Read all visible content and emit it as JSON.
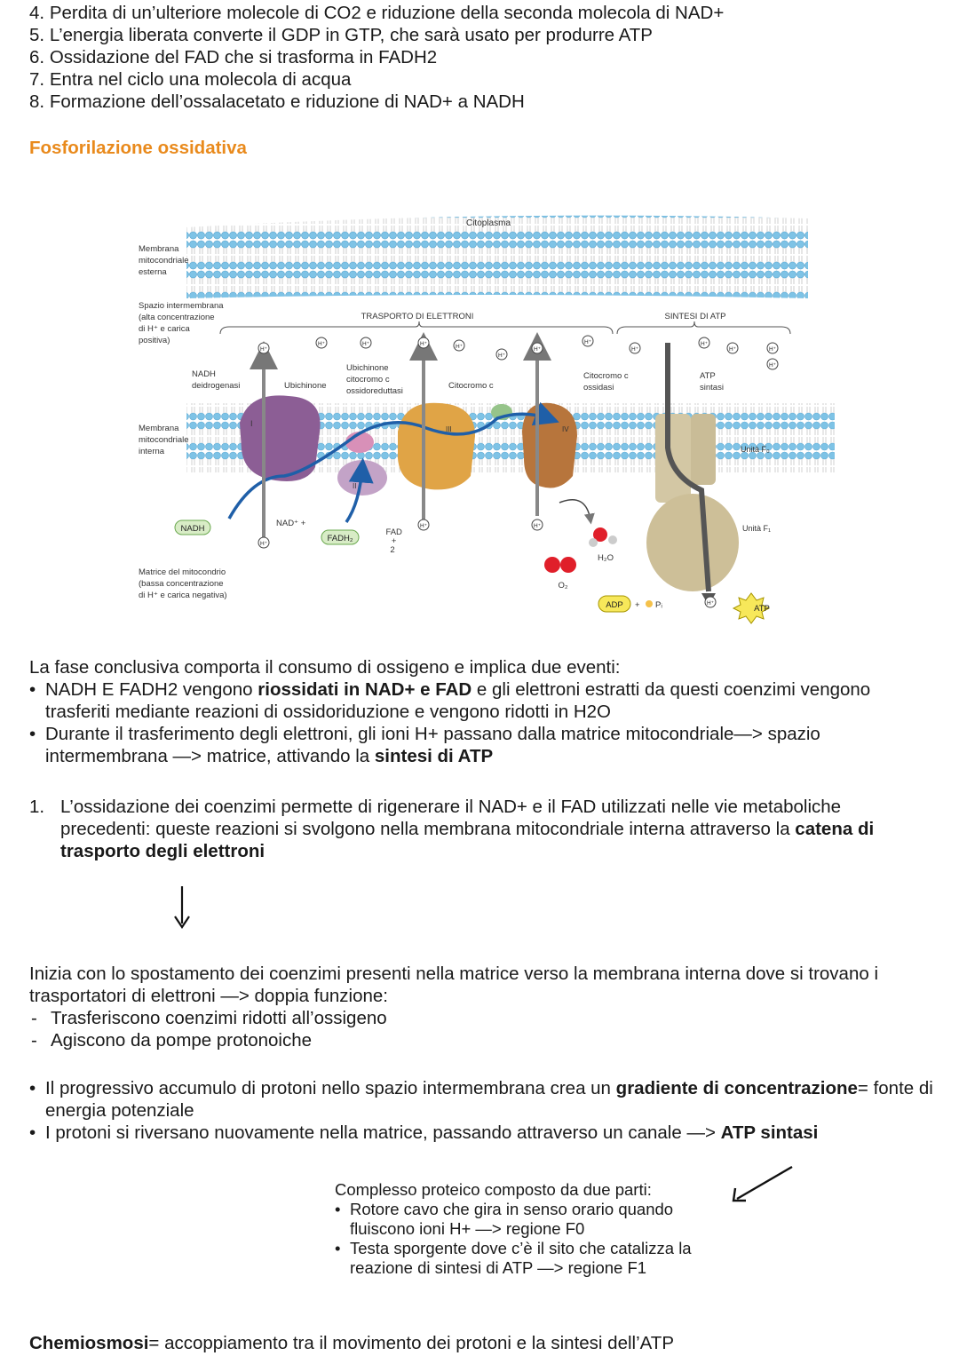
{
  "steps": [
    {
      "n": "4.",
      "text": "Perdita di un’ulteriore molecole di CO2 e riduzione della seconda molecola di NAD+"
    },
    {
      "n": "5.",
      "text": "L’energia liberata converte il GDP in GTP, che sarà usato per produrre ATP"
    },
    {
      "n": "6.",
      "text": "Ossidazione del FAD che si trasforma in FADH2"
    },
    {
      "n": "7.",
      "text": "Entra nel ciclo una molecola di acqua"
    },
    {
      "n": "8.",
      "text": "Formazione dell’ossalacetato e riduzione di NAD+ a NADH"
    }
  ],
  "section_heading": "Fosforilazione ossidativa",
  "diagram": {
    "citoplasma": "Citoplasma",
    "outer_membrane": [
      "Membrana",
      "mitocondriale",
      "esterna"
    ],
    "intermembrane": [
      "Spazio intermembrana",
      "(alta concentrazione",
      "di H⁺ e carica",
      "positiva)"
    ],
    "inner_membrane": [
      "Membrana",
      "mitocondriale",
      "interna"
    ],
    "matrix": [
      "Matrice del mitocondrio",
      "(bassa concentrazione",
      "di H⁺ e carica negativa)"
    ],
    "trasporto": "TRASPORTO DI ELETTRONI",
    "sintesi": "SINTESI DI ATP",
    "nadh_deidrogenasi": [
      "NADH",
      "deidrogenasi"
    ],
    "ubichinone": "Ubichinone",
    "ubichinone_citocromo": [
      "Ubichinone",
      "citocromo c",
      "ossidoreduttasi"
    ],
    "citocromo_c": "Citocromo c",
    "citocromo_ossidasi": [
      "Citocromo c",
      "ossidasi"
    ],
    "atp_sintasi": [
      "ATP",
      "sintasi"
    ],
    "unita_f0": "Unità F₀",
    "unita_f1": "Unità F₁",
    "nadh": "NADH",
    "nad_plus": "NAD⁺ +",
    "fadh2": "FADH₂",
    "fad": [
      "FAD",
      "+",
      "2"
    ],
    "h2o": "H₂O",
    "o2": "O₂",
    "adp": "ADP",
    "plus": "+",
    "pi": "Pᵢ",
    "atp": "ATP",
    "h_ion": "H⁺",
    "complex_I": "I",
    "complex_II": "II",
    "complex_III": "III",
    "complex_IV": "IV"
  },
  "intro": {
    "lead": "La fase conclusiva comporta il consumo di ossigeno e implica due eventi:",
    "b1_a": "NADH E FADH2 vengono ",
    "b1_bold": "riossidati in NAD+ e FAD",
    "b1_c": " e gli elettroni estratti da questi coenzimi vengono trasferiti mediante reazioni di ossidoriduzione e vengono ridotti in H2O",
    "b2_a": "Durante il trasferimento degli elettroni, gli ioni H+ passano dalla matrice mitocondriale—> spazio intermembrana —> matrice, attivando la ",
    "b2_bold": "sintesi di ATP"
  },
  "point1": {
    "n": "1.",
    "a": "L’ossidazione dei coenzimi permette di rigenerare il NAD+ e il FAD utilizzati nelle vie metaboliche precedenti: queste reazioni si svolgono nella membrana mitocondriale interna attraverso la ",
    "bold": "catena di trasporto degli elettroni"
  },
  "para2": {
    "lead": "Inizia con lo spostamento dei coenzimi presenti nella matrice verso la membrana interna dove si trovano i trasportatori di elettroni —> doppia funzione:",
    "d1": "Trasferiscono coenzimi ridotti all’ossigeno",
    "d2": "Agiscono da pompe protonoiche"
  },
  "para3": {
    "b1_a": "Il progressivo accumulo di protoni nello spazio intermembrana crea un ",
    "b1_bold": "gradiente di concentrazione",
    "b1_c": "= fonte di energia potenziale",
    "b2_a": "I protoni si riversano nuovamente nella matrice, passando attraverso un canale —> ",
    "b2_bold": "ATP sintasi"
  },
  "note": {
    "lead": "Complesso proteico composto da due parti:",
    "n1": "Rotore cavo che gira in senso orario quando fluiscono ioni H+ —> regione F0",
    "n2": "Testa sporgente dove c’è il sito che catalizza la reazione di sintesi di ATP —> regione F1"
  },
  "final": {
    "bold": "Chemiosmosi",
    "rest": "= accoppiamento tra il movimento dei protoni e la sintesi dell’ATP"
  }
}
